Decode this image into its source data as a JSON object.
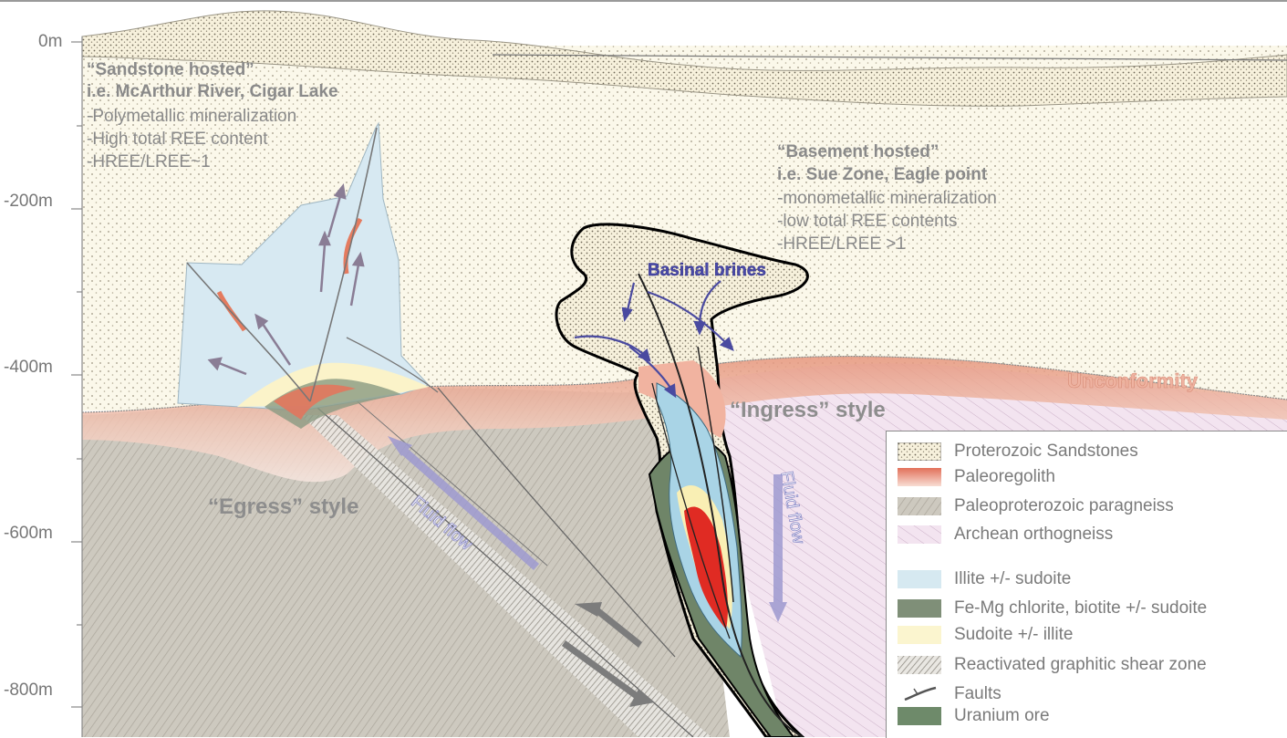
{
  "depth_labels": [
    "0m",
    "-200m",
    "-400m",
    "-600m",
    "-800m"
  ],
  "sandstone_hosted": {
    "title": "“Sandstone hosted”",
    "example": "i.e. McArthur River, Cigar Lake",
    "points": [
      "-Polymetallic mineralization",
      "-High total REE content",
      "-HREE/LREE~1"
    ]
  },
  "basement_hosted": {
    "title": "“Basement hosted”",
    "example": "i.e. Sue Zone, Eagle point",
    "points": [
      "-monometallic mineralization",
      "-low total REE contents",
      "-HREE/LREE >1"
    ]
  },
  "annotations": {
    "basinal_brines": "Basinal brines",
    "unconformity": "Unconformity",
    "ingress": "“Ingress” style",
    "egress": "“Egress” style",
    "fluid_flow_left": "Fluid flow",
    "fluid_flow_right": "Fluid flow"
  },
  "legend": [
    {
      "label": "Proterozoic Sandstones",
      "pattern": "sandstone-dots",
      "color": "#f6f1dc"
    },
    {
      "label": "Paleoregolith",
      "pattern": "gradient",
      "color": "#e8826a"
    },
    {
      "label": "Paleoproterozoic paragneiss",
      "pattern": "hatch",
      "color": "#c9c5b9"
    },
    {
      "label": "Archean orthogneiss",
      "pattern": "hatch",
      "color": "#f1e0ee"
    },
    {
      "label": "Illite +/- sudoite",
      "pattern": "solid",
      "color": "#d6e9f1"
    },
    {
      "label": "Fe-Mg chlorite, biotite +/- sudoite",
      "pattern": "solid",
      "color": "#7f8f78"
    },
    {
      "label": "Sudoite +/- illite",
      "pattern": "solid",
      "color": "#fbf5cf"
    },
    {
      "label": "Reactivated graphitic shear zone",
      "pattern": "hatch-dark",
      "color": "#9a968f"
    },
    {
      "label": "Faults",
      "pattern": "fault-line",
      "color": "#555555"
    },
    {
      "label": "Uranium ore",
      "pattern": "solid",
      "color": "#6e8a6a"
    }
  ]
}
